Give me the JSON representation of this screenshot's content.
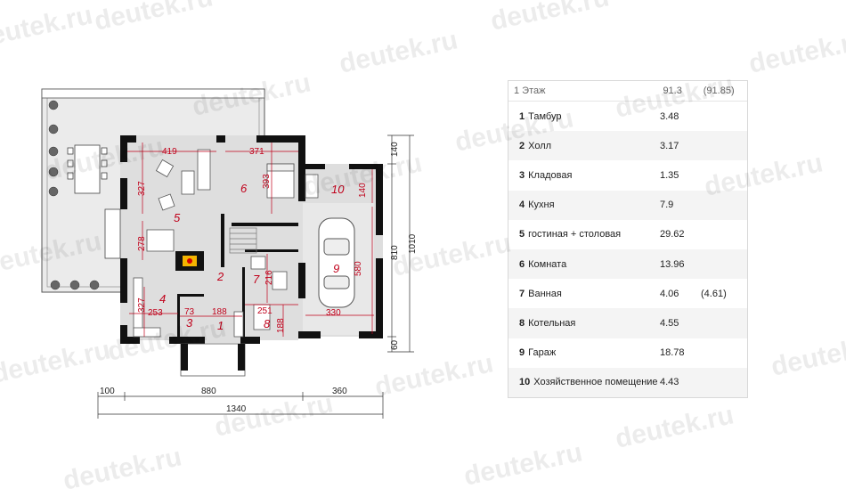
{
  "watermark": "deutek.ru",
  "legend": {
    "floor_label": "1 Этаж",
    "floor_area": "91.3",
    "floor_area_alt": "(91.85)",
    "rooms": [
      {
        "num": "1",
        "name": "Тамбур",
        "area": "3.48",
        "alt": ""
      },
      {
        "num": "2",
        "name": "Холл",
        "area": "3.17",
        "alt": ""
      },
      {
        "num": "3",
        "name": "Кладовая",
        "area": "1.35",
        "alt": ""
      },
      {
        "num": "4",
        "name": "Кухня",
        "area": "7.9",
        "alt": ""
      },
      {
        "num": "5",
        "name": "гостиная + столовая",
        "area": "29.62",
        "alt": ""
      },
      {
        "num": "6",
        "name": "Комната",
        "area": "13.96",
        "alt": ""
      },
      {
        "num": "7",
        "name": "Ванная",
        "area": "4.06",
        "alt": "(4.61)"
      },
      {
        "num": "8",
        "name": "Котельная",
        "area": "4.55",
        "alt": ""
      },
      {
        "num": "9",
        "name": "Гараж",
        "area": "18.78",
        "alt": ""
      },
      {
        "num": "10",
        "name": "Хозяйственное помещение",
        "area": "4.43",
        "alt": ""
      }
    ]
  },
  "plan": {
    "room_numbers": [
      "1",
      "2",
      "3",
      "4",
      "5",
      "6",
      "7",
      "8",
      "9",
      "10"
    ],
    "dims_inner": {
      "d419": "419",
      "d371": "371",
      "d327a": "327",
      "d393": "393",
      "d140a": "140",
      "d278": "278",
      "d216": "216",
      "d580": "580",
      "d327b": "327",
      "d253": "253",
      "d73": "73",
      "d188a": "188",
      "d251": "251",
      "d330": "330",
      "d188b": "188"
    },
    "dims_outer": {
      "w100": "100",
      "w880": "880",
      "w360": "360",
      "w1340": "1340",
      "h140": "140",
      "h810": "810",
      "h1010": "1010",
      "h60": "60"
    }
  },
  "colors": {
    "wall": "#111111",
    "dim": "#c0001a",
    "floor": "#dedede",
    "terrace": "#ebebeb"
  }
}
